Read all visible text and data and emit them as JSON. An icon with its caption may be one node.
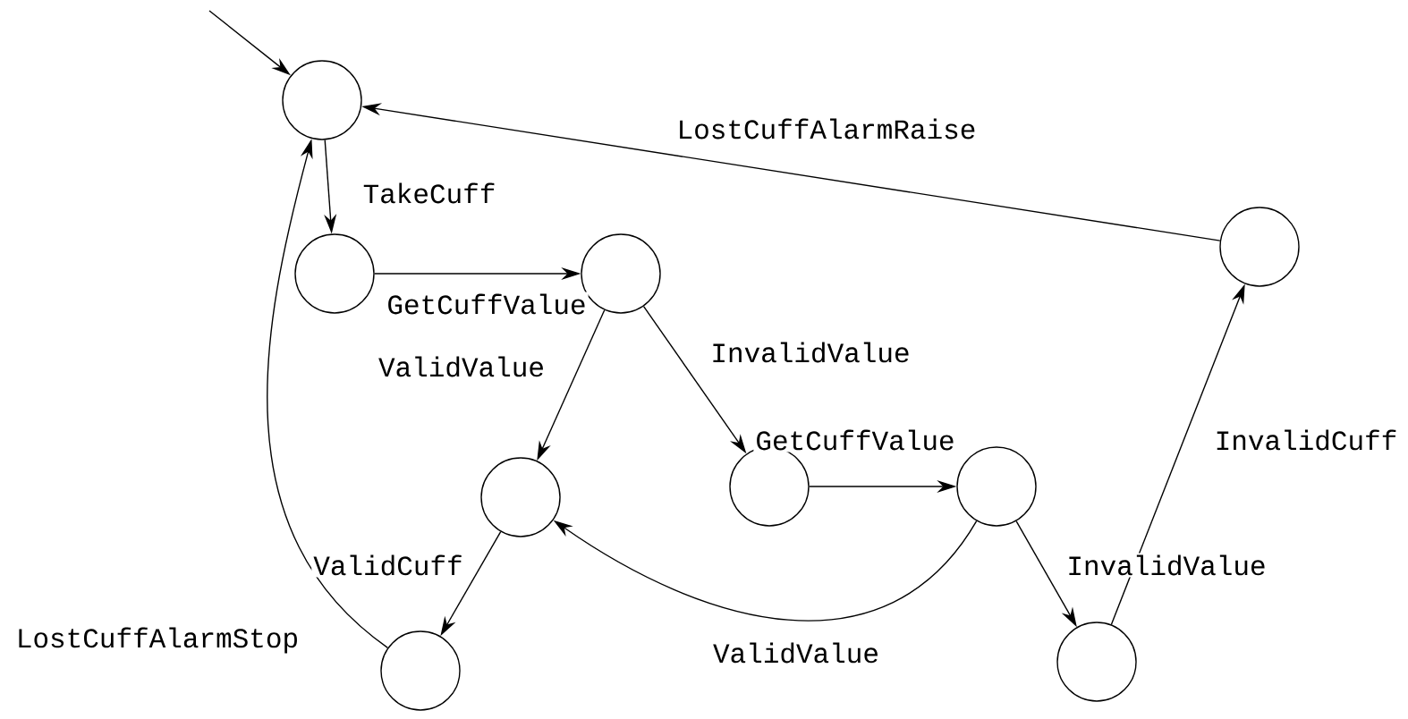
{
  "diagram": {
    "nodes": [
      {
        "text": [],
        "shape": "circle"
      },
      {
        "text": [],
        "shape": "circle"
      },
      {
        "text": [],
        "shape": "circle"
      },
      {
        "text": [],
        "shape": "circle"
      },
      {
        "text": [],
        "shape": "circle"
      },
      {
        "text": [],
        "shape": "circle"
      },
      {
        "text": [],
        "shape": "circle"
      },
      {
        "text": [],
        "shape": "circle"
      },
      {
        "text": [],
        "shape": "circle"
      }
    ],
    "edges": [
      {
        "from": null,
        "to": 0,
        "arrow": "to"
      },
      {
        "from": 0,
        "to": 1,
        "arrow": "to",
        "label": "TakeCuff"
      },
      {
        "from": 1,
        "to": 2,
        "arrow": "to",
        "label": "GetCuffValue"
      },
      {
        "from": 2,
        "to": 3,
        "arrow": "to",
        "label": "ValidValue"
      },
      {
        "from": 2,
        "to": 4,
        "arrow": "to",
        "label": "InvalidValue"
      },
      {
        "from": 4,
        "to": 5,
        "arrow": "to",
        "label": "GetCuffValue"
      },
      {
        "from": 5,
        "to": 3,
        "arrow": "to",
        "label": "ValidValue"
      },
      {
        "from": 5,
        "to": 7,
        "arrow": "to",
        "label": "InvalidValue"
      },
      {
        "from": 7,
        "to": 8,
        "arrow": "to",
        "label": "InvalidCuff"
      },
      {
        "from": 8,
        "to": 0,
        "arrow": "to",
        "label": "LostCuffAlarmRaise"
      },
      {
        "from": 3,
        "to": 6,
        "arrow": "to",
        "label": "ValidCuff"
      },
      {
        "from": 6,
        "to": 0,
        "arrow": "to",
        "label": "LostCuffAlarmStop"
      }
    ]
  }
}
